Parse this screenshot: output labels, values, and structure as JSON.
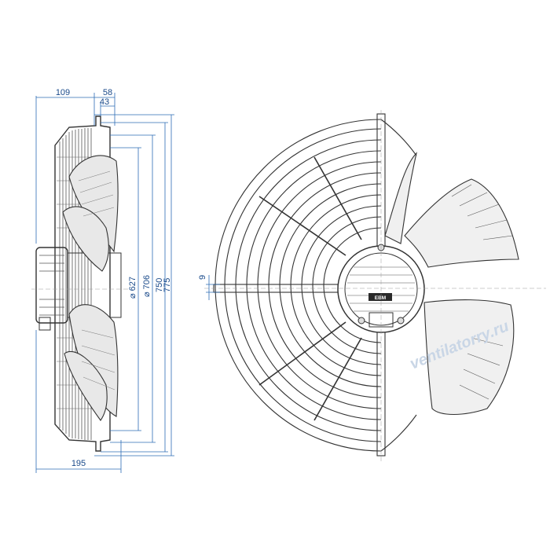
{
  "dimensions": {
    "side_top_1": "109",
    "side_top_2": "58",
    "side_top_3": "43",
    "side_bottom": "195",
    "dia_1": "⌀ 627",
    "dia_2": "⌀ 706",
    "dia_3": "750",
    "dia_4": "775",
    "front_left": "9"
  },
  "logo": "EBM",
  "watermark": "ventilatorry.ru",
  "colors": {
    "line": "#333333",
    "dimension": "#2d6cb5",
    "text": "#1a4a8a"
  }
}
